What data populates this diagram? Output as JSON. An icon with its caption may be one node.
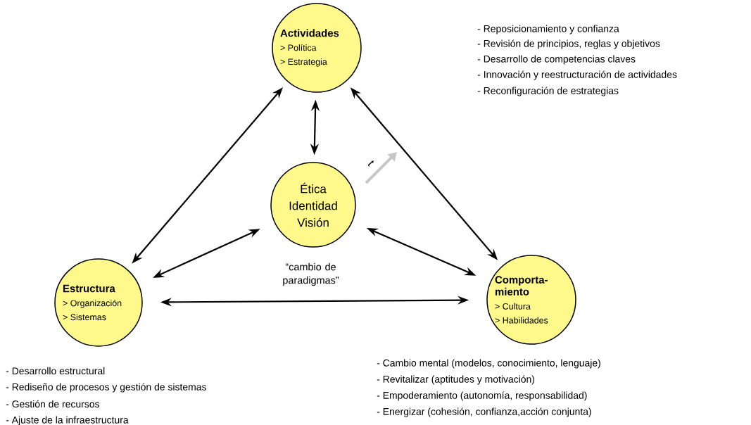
{
  "diagram": {
    "nodes": [
      {
        "text": [
          "Actividades",
          "> Política",
          "> Estrategia"
        ]
      },
      {
        "text": [
          "Ética Identidad Visión"
        ]
      },
      {
        "text": [
          "Estructura",
          "> Organización",
          "> Sistemas"
        ]
      },
      {
        "text": [
          "Comporta-miento",
          "> Cultura",
          "> Habilidades"
        ]
      }
    ],
    "edges": [
      {
        "from": 0,
        "to": 2,
        "arrow": "both"
      },
      {
        "from": 0,
        "to": 1,
        "arrow": "both"
      },
      {
        "from": 0,
        "to": 3,
        "arrow": "both"
      },
      {
        "from": 1,
        "to": 2,
        "arrow": "both"
      },
      {
        "from": 1,
        "to": 3,
        "arrow": "both"
      },
      {
        "from": 2,
        "to": 3,
        "arrow": "both",
        "label": "“cambio de paradigmas”"
      }
    ],
    "labels": [
      "- Reposicionamiento y confianza",
      "- Revisión de principios, reglas y objetivos",
      "- Desarrollo de competencias claves",
      "- Innovación y reestructuración de actividades",
      "- Reconfiguración de estrategias",
      "t",
      "- Desarrollo estructural",
      "- Rediseño de procesos y gestión de sistemas",
      "- Gestión de recursos",
      "- Ajuste de la infraestructura",
      "- Cambio mental (modelos, conocimiento, lenguaje)",
      "- Revitalizar (aptitudes y motivación)",
      "- Empoderamiento (autonomía, responsabilidad)",
      "- Energizar (cohesión, confianza,acción conjunta)"
    ]
  }
}
